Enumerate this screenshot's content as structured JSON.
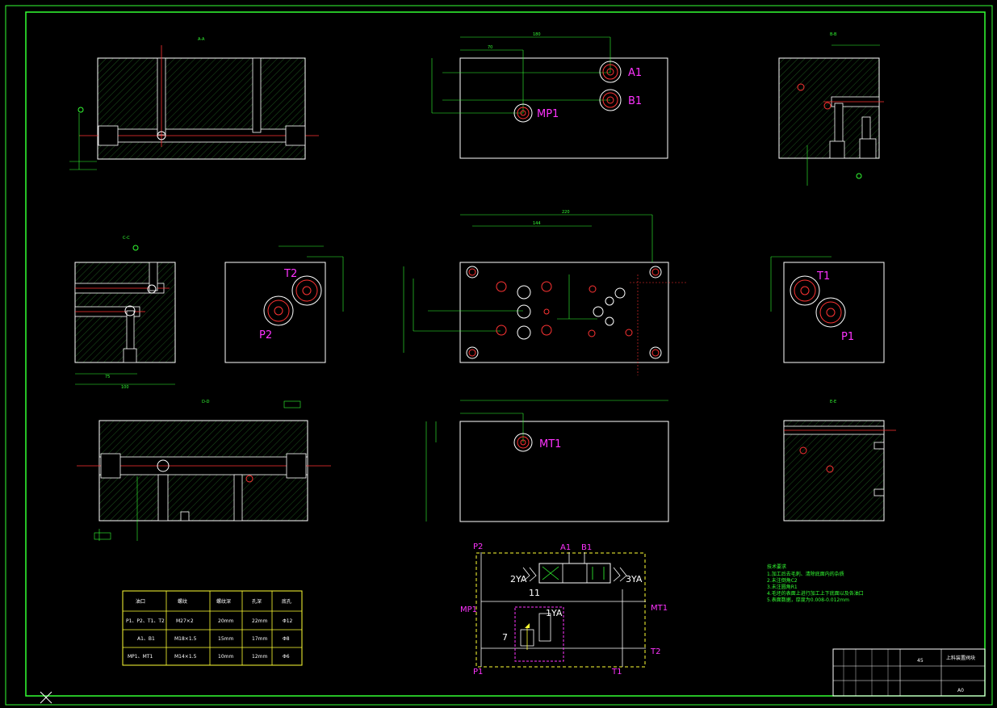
{
  "ports": {
    "a1": "A1",
    "b1": "B1",
    "mp1": "MP1",
    "mt1": "MT1",
    "t2": "T2",
    "p2": "P2",
    "t1": "T1",
    "p1": "P1"
  },
  "schematic": {
    "p2": "P2",
    "a1": "A1",
    "b1": "B1",
    "mp1": "MP1",
    "mt1": "MT1",
    "t2": "T2",
    "p1": "P1",
    "t1": "T1",
    "sol_left": "2YA",
    "sol_right": "3YA",
    "sol_relief": "1YA",
    "valve_num": "11",
    "relief_num": "7"
  },
  "port_table": {
    "headers": [
      "油口",
      "螺纹",
      "螺纹深",
      "孔深",
      "底孔"
    ],
    "rows": [
      [
        "P1、P2、T1、T2",
        "M27×2",
        "20mm",
        "22mm",
        "Φ12"
      ],
      [
        "A1、B1",
        "M18×1.5",
        "15mm",
        "17mm",
        "Φ8"
      ],
      [
        "MP1、MT1",
        "M14×1.5",
        "10mm",
        "12mm",
        "Φ6"
      ]
    ]
  },
  "tech_notes": {
    "title": "技术要求",
    "lines": [
      "1.加工后去毛刺、清除底面内的杂质",
      "2.未注倒角C2",
      "3.未注圆角R1",
      "4.毛坯的表面上进行加工上下底面以及各油口",
      "5.表面数据，厚度为0.008-0.012mm"
    ]
  },
  "title_block": {
    "name": "上料装置阀块",
    "material": "45",
    "scale": "A0"
  },
  "section_labels": {
    "aa": "A-A",
    "bb": "B-B",
    "cc": "C-C",
    "dd": "D-D",
    "ee": "E-E"
  },
  "dims": {
    "top_width": "180",
    "top_left": "70",
    "left_view_bottom": "100",
    "left_view_mid": "75",
    "mid_width": "220",
    "mid_sub": "144"
  }
}
